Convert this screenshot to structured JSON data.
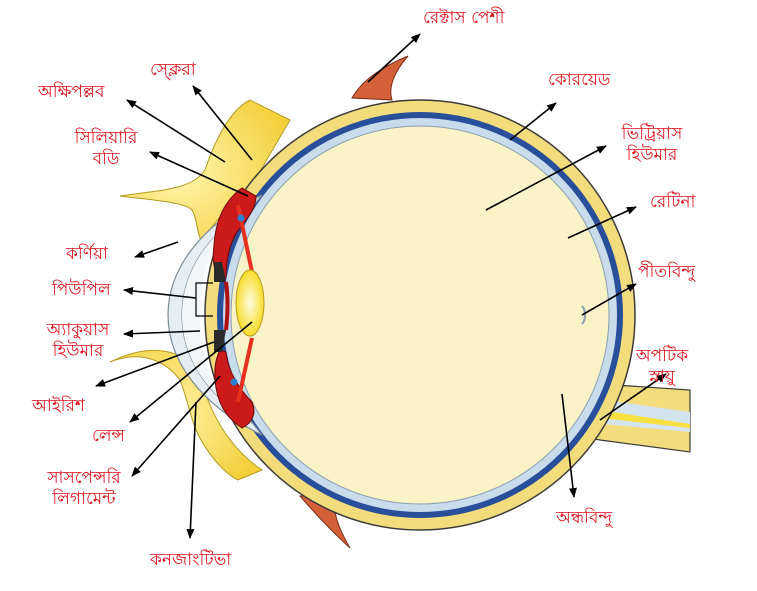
{
  "colors": {
    "label": "#e0101a",
    "arrow": "#000000",
    "sclera": "#f2dc7c",
    "vitreous": "#fbf3c8",
    "choroid": "#2a4f9a",
    "muscle": "#d4603a",
    "iris": "#d42020",
    "lens": "#f7e24a"
  },
  "labels": {
    "rectus_muscle": "রেক্টাস পেশী",
    "sclera": "স্ক্লেরা",
    "eyelid": "অক্ষিপল্লব",
    "choroid": "কোরয়েড",
    "ciliary_body_1": "সিলিয়ারি",
    "ciliary_body_2": "বডি",
    "vitreous_1": "ভিট্রিয়াস",
    "vitreous_2": "হিউমার",
    "retina": "রেটিনা",
    "cornea": "কর্ণিয়া",
    "pupil": "পিউপিল",
    "macula": "পীতবিন্দু",
    "aqueous_1": "অ্যাকুয়াস",
    "aqueous_2": "হিউমার",
    "optic_nerve_1": "অপটিক",
    "optic_nerve_2": "স্নায়ু",
    "iris": "আইরিশ",
    "lens": "লেন্স",
    "suspensory_1": "সাসপেন্সরি",
    "suspensory_2": "লিগামেন্ট",
    "blind_spot": "অন্ধবিন্দু",
    "conjunctiva": "কনজাংটিভা"
  }
}
